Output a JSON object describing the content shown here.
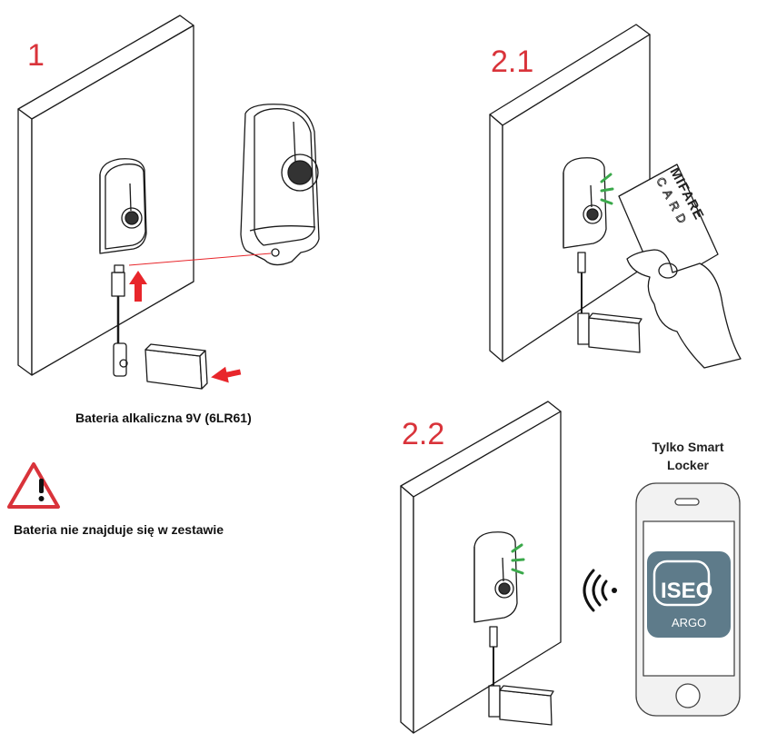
{
  "steps": {
    "step1": {
      "label": "1",
      "battery_caption": "Bateria alkaliczna 9V (6LR61)"
    },
    "step2_1": {
      "label": "2.1",
      "card_text_line1": "MIFARE",
      "card_text_line2": "CARD"
    },
    "step2_2": {
      "label": "2.2",
      "app_title_line1": "Tylko Smart",
      "app_title_line2": "Locker",
      "app_logo_text": "ISEO",
      "app_logo_sub": "ARGO"
    }
  },
  "warning": {
    "icon": "warning-triangle-icon",
    "text": "Bateria nie znajduje się w zestawie"
  },
  "colors": {
    "step_number": "#d9333a",
    "arrow": "#e8262b",
    "signal": "#3aa84a",
    "app_icon_bg": "#5e7b8a",
    "outline": "#1a1a1a"
  }
}
